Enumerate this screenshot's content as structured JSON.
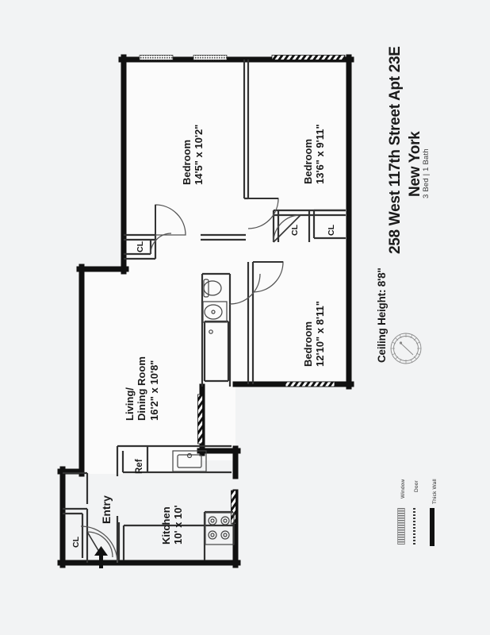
{
  "header": {
    "address": "258 West 117th Street Apt 23E",
    "city": "New York",
    "subtitle": "3 Bed | 1 Bath",
    "ceiling_height": "Ceiling Height: 8'8\""
  },
  "compass": {
    "name": "compass-rose"
  },
  "legend": {
    "items": [
      {
        "label": "Window",
        "style": "hatched"
      },
      {
        "label": "Door",
        "style": "dotted"
      },
      {
        "label": "Thick Wall",
        "style": "solid"
      }
    ]
  },
  "rooms": [
    {
      "id": "bedroom-1",
      "name": "Bedroom",
      "dimensions": "14'5\" x 10'2\""
    },
    {
      "id": "bedroom-2",
      "name": "Bedroom",
      "dimensions": "13'6\" x 9'11\""
    },
    {
      "id": "bedroom-3",
      "name": "Bedroom",
      "dimensions": "12'10\" x 8'11\""
    },
    {
      "id": "living-dining",
      "name": "Living/\nDining Room",
      "name_line1": "Living/",
      "name_line2": "Dining Room",
      "dimensions": "16'2\" x 10'8\""
    },
    {
      "id": "kitchen",
      "name": "Kitchen",
      "dimensions": "10' x 10'"
    }
  ],
  "closets": [
    {
      "id": "closet-bedroom-1",
      "label": "CL"
    },
    {
      "id": "closet-hall-a",
      "label": "CL"
    },
    {
      "id": "closet-hall-b",
      "label": "CL"
    },
    {
      "id": "closet-entry",
      "label": "CL"
    }
  ],
  "fixtures": {
    "refrigerator": "Ref",
    "entry": "Entry"
  },
  "colors": {
    "background": "#f2f3f4",
    "wall": "#111111",
    "thin_wall": "#333333",
    "text": "#1a1a1a",
    "window": "#777777"
  }
}
